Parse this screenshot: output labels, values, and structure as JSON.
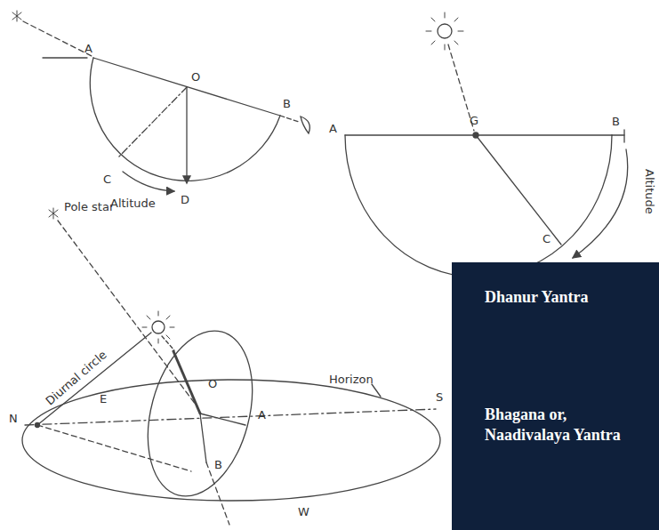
{
  "diagram": {
    "nodes": [
      {
        "text": [
          "Dhanur Yantra",
          "Bhagana or, Naadivalaya Yantra"
        ]
      }
    ],
    "labels": [
      "A",
      "O",
      "B",
      "C",
      "Altitude",
      "D",
      "A",
      "G",
      "B",
      "C",
      "Altitude",
      "Pole star",
      "Diurnal circle",
      "O",
      "Horizon",
      "E",
      "A",
      "B",
      "N",
      "S",
      "W"
    ]
  }
}
